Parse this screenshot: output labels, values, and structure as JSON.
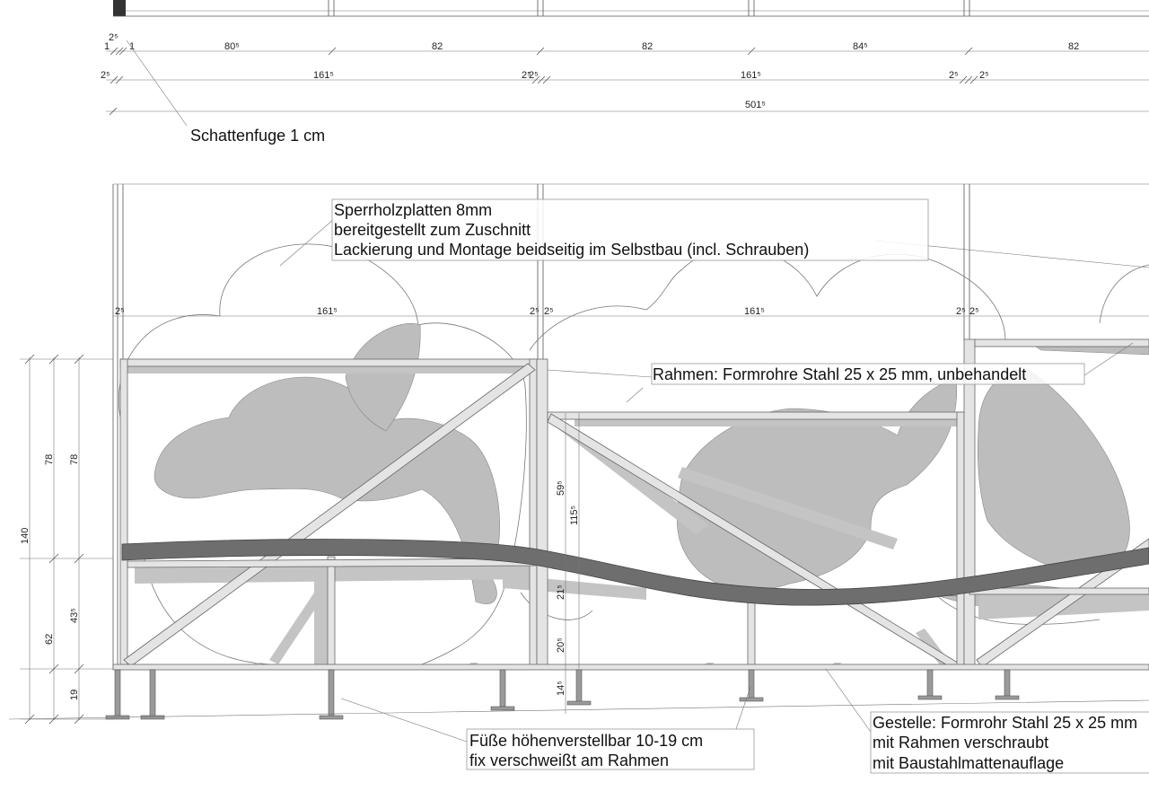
{
  "top_dimensions": {
    "row1": [
      "1",
      "2⁵",
      "1",
      "80⁵",
      "82",
      "82",
      "84⁵",
      "82"
    ],
    "row2": [
      "2⁵",
      "161⁵",
      "2⁵",
      "2⁵",
      "161⁵",
      "2⁵",
      "2⁵"
    ],
    "row3": [
      "501⁵"
    ]
  },
  "annotations": {
    "schattenfuge": "Schattenfuge 1 cm",
    "sperrholz": [
      "Sperrholzplatten 8mm",
      "bereitgestellt zum Zuschnitt",
      "Lackierung und Montage beidseitig im Selbstbau (incl. Schrauben)"
    ],
    "rahmen": "Rahmen: Formrohre Stahl 25 x 25 mm, unbehandelt",
    "fuesse": [
      "Füße höhenverstellbar 10-19 cm",
      "fix verschweißt am Rahmen"
    ],
    "gestelle": [
      "Gestelle: Formrohr Stahl 25 x 25 mm",
      "mit Rahmen verschraubt",
      "mit Baustahlmattenauflage"
    ]
  },
  "mid_dimensions": [
    "2⁵",
    "161⁵",
    "2⁵",
    "2⁵",
    "161⁵",
    "2⁵",
    "2⁵"
  ],
  "vertical_dimensions": {
    "left_outer": [
      "140",
      "19"
    ],
    "left_mid": [
      "78",
      "62"
    ],
    "left_inner": [
      "78",
      "43⁵"
    ],
    "center": [
      "59⁵",
      "115⁵",
      "21⁵",
      "20⁵",
      "14⁵"
    ]
  }
}
